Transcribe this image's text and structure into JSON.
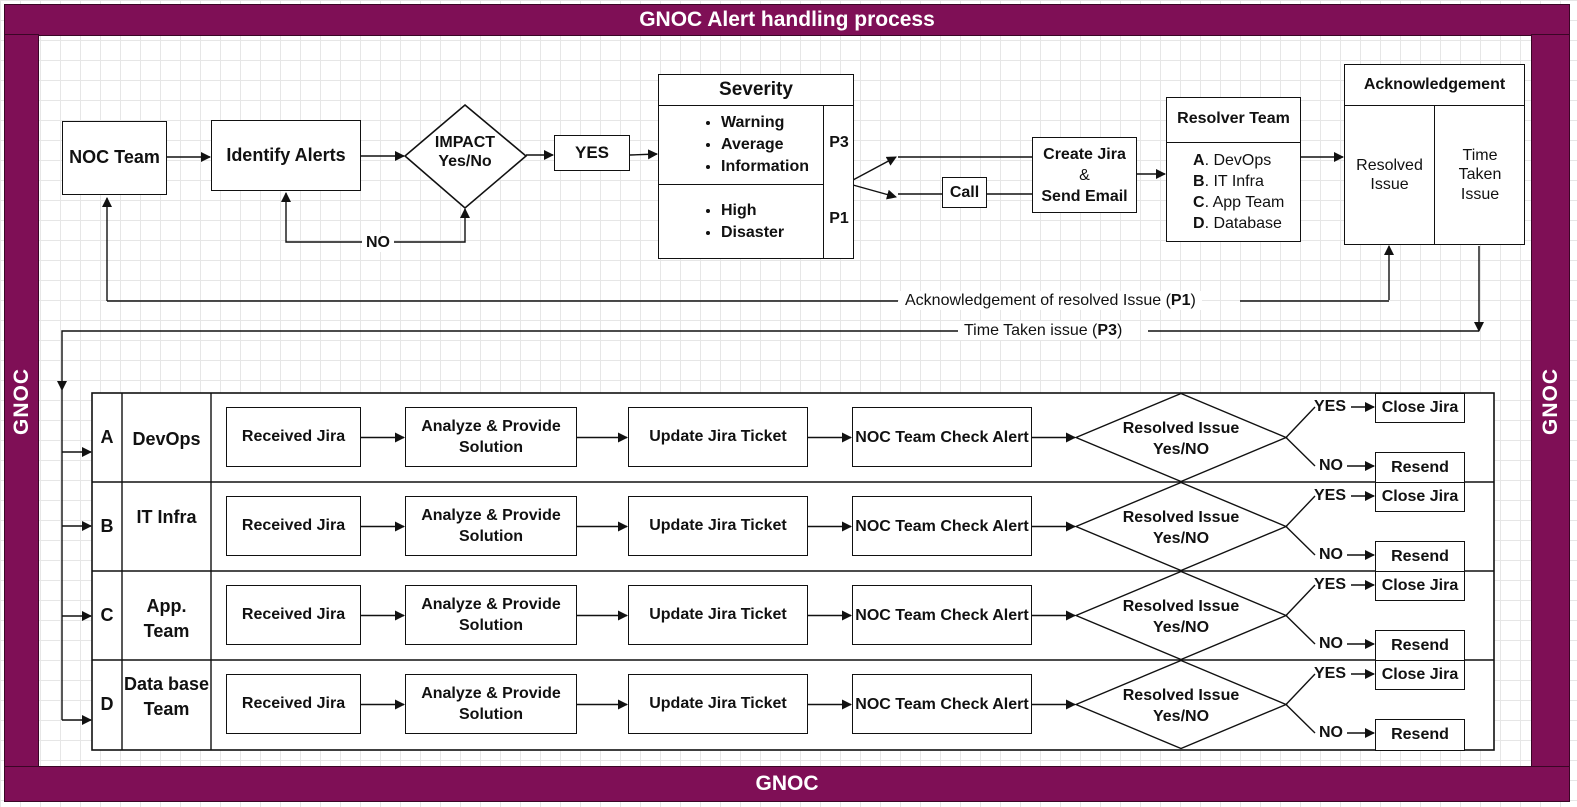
{
  "title": "GNOC Alert handling process",
  "side_label": "GNOC",
  "footer_label": "GNOC",
  "noc_team": "NOC Team",
  "identify_alerts": "Identify Alerts",
  "impact": {
    "line1": "IMPACT",
    "line2": "Yes/No"
  },
  "yes": "YES",
  "no": "NO",
  "severity": {
    "title": "Severity",
    "p3_items": [
      "Warning",
      "Average",
      "Information"
    ],
    "p3_label": "P3",
    "p1_items": [
      "High",
      "Disaster"
    ],
    "p1_label": "P1"
  },
  "call": "Call",
  "create_jira": {
    "line1": "Create Jira",
    "line2": "&",
    "line3": "Send Email"
  },
  "resolver": {
    "title": "Resolver Team",
    "items": [
      {
        "letter": "A",
        "text": ". DevOps"
      },
      {
        "letter": "B",
        "text": ". IT Infra"
      },
      {
        "letter": "C",
        "text": ". App Team"
      },
      {
        "letter": "D",
        "text": ". Database"
      }
    ]
  },
  "acknowledgement": {
    "title": "Acknowledgement",
    "resolved": "Resolved Issue",
    "time_taken": "Time Taken Issue"
  },
  "feedback": {
    "ack_text": "Acknowledgement of resolved Issue (",
    "ack_bold": "P1",
    "ack_close": ")",
    "time_text": "Time Taken issue (",
    "time_bold": "P3",
    "time_close": ")"
  },
  "lanes": [
    {
      "letter": "A",
      "team": "DevOps"
    },
    {
      "letter": "B",
      "team": "IT Infra"
    },
    {
      "letter": "C",
      "team": "App. Team"
    },
    {
      "letter": "D",
      "team": "Data base Team"
    }
  ],
  "steps": {
    "received": "Received Jira",
    "analyze": "Analyze & Provide Solution",
    "update": "Update Jira Ticket",
    "check": "NOC Team Check Alert",
    "decision_line1": "Resolved Issue",
    "decision_line2": "Yes/NO",
    "yes": "YES",
    "no": "NO",
    "close": "Close Jira",
    "resend": "Resend"
  }
}
